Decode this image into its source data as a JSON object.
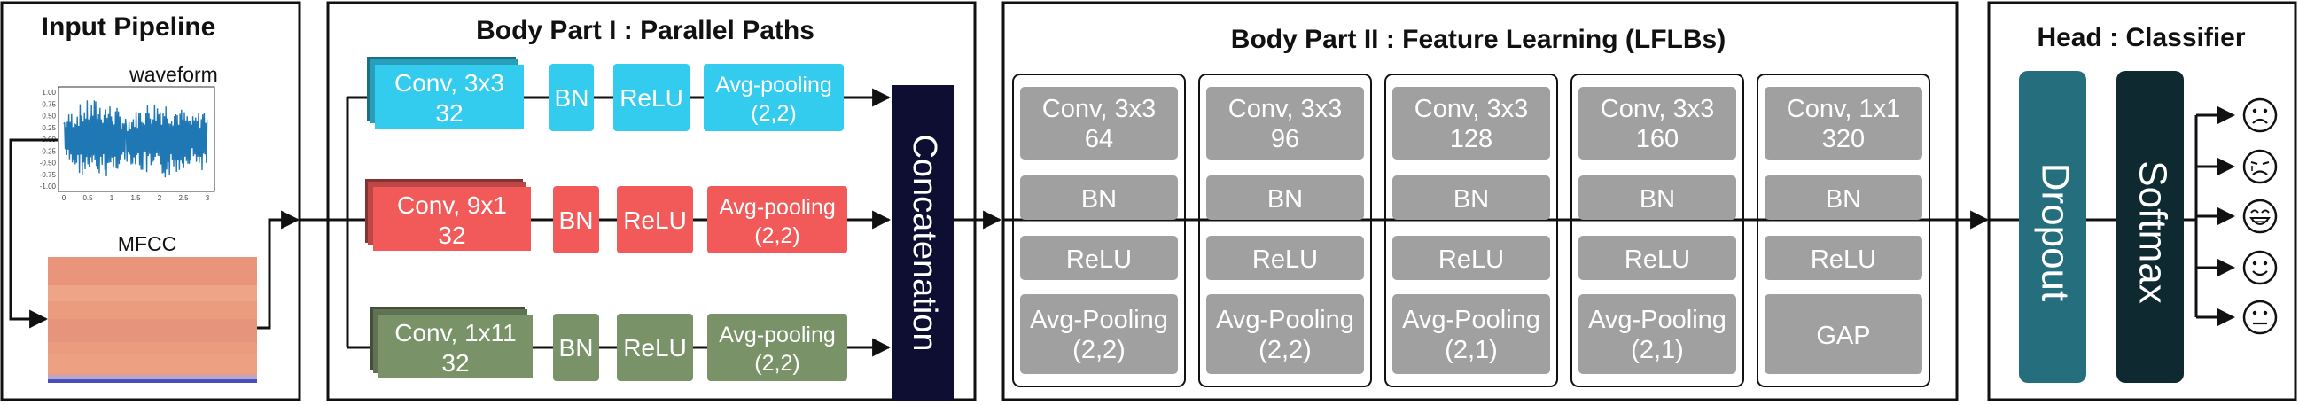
{
  "sections": {
    "input": {
      "title": "Input Pipeline",
      "waveform_label": "waveform",
      "mfcc_label": "MFCC",
      "y_ticks": [
        "1.00",
        "0.75",
        "0.50",
        "0.25",
        "0.00",
        "-0.25",
        "-0.50",
        "-0.75",
        "-1.00"
      ],
      "x_ticks": [
        "0",
        "0.5",
        "1",
        "1.5",
        "2",
        "2.5",
        "3"
      ]
    },
    "body1": {
      "title": "Body Part I : Parallel Paths"
    },
    "body2": {
      "title": "Body Part II : Feature Learning (LFLBs)"
    },
    "head": {
      "title": "Head : Classifier"
    }
  },
  "paths": [
    {
      "conv_line1": "Conv, 3x3",
      "conv_line2": "32",
      "bn": "BN",
      "relu": "ReLU",
      "pool_line1": "Avg-pooling",
      "pool_line2": "(2,2)",
      "color": "#33ccee"
    },
    {
      "conv_line1": "Conv, 9x1",
      "conv_line2": "32",
      "bn": "BN",
      "relu": "ReLU",
      "pool_line1": "Avg-pooling",
      "pool_line2": "(2,2)",
      "color": "#f25a5a"
    },
    {
      "conv_line1": "Conv, 1x11",
      "conv_line2": "32",
      "bn": "BN",
      "relu": "ReLU",
      "pool_line1": "Avg-pooling",
      "pool_line2": "(2,2)",
      "color": "#7a9268"
    }
  ],
  "concat_label": "Concatenation",
  "lflbs": [
    {
      "conv_line1": "Conv, 3x3",
      "conv_line2": "64",
      "bn": "BN",
      "relu": "ReLU",
      "pool_line1": "Avg-Pooling",
      "pool_line2": "(2,2)"
    },
    {
      "conv_line1": "Conv, 3x3",
      "conv_line2": "96",
      "bn": "BN",
      "relu": "ReLU",
      "pool_line1": "Avg-Pooling",
      "pool_line2": "(2,2)"
    },
    {
      "conv_line1": "Conv, 3x3",
      "conv_line2": "128",
      "bn": "BN",
      "relu": "ReLU",
      "pool_line1": "Avg-Pooling",
      "pool_line2": "(2,1)"
    },
    {
      "conv_line1": "Conv, 3x3",
      "conv_line2": "160",
      "bn": "BN",
      "relu": "ReLU",
      "pool_line1": "Avg-Pooling",
      "pool_line2": "(2,1)"
    },
    {
      "conv_line1": "Conv, 1x1",
      "conv_line2": "320",
      "bn": "BN",
      "relu": "ReLU",
      "pool_line1": "GAP",
      "pool_line2": ""
    }
  ],
  "head": {
    "dropout_label": "Dropout",
    "softmax_label": "Softmax"
  },
  "emotion_icons": [
    "sad-face-icon",
    "crying-face-icon",
    "laughing-face-icon",
    "happy-face-icon",
    "neutral-face-icon"
  ],
  "colors": {
    "dropout": "#246e7e",
    "softmax": "#0e2a30",
    "concat": "#0e0e32",
    "lflb_block": "#a0a0a0",
    "input_title": "#111111"
  }
}
